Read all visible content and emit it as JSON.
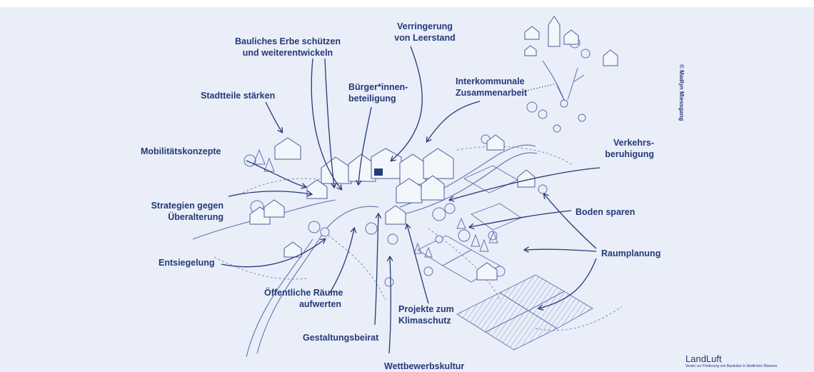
{
  "labels": {
    "bauliches": [
      "Bauliches Erbe schützen",
      "und weiterentwickeln"
    ],
    "leerstand": [
      "Verringerung",
      "von Leerstand"
    ],
    "buerger": [
      "Bürger*innen-",
      "beteiligung"
    ],
    "interkommunal": [
      "Interkommunale",
      "Zusammenarbeit"
    ],
    "stadtteile": [
      "Stadtteile stärken"
    ],
    "mobilitaet": [
      "Mobilitätskonzepte"
    ],
    "verkehr": [
      "Verkehrs-",
      "beruhigung"
    ],
    "strategien": [
      "Strategien gegen",
      "Überalterung"
    ],
    "boden": [
      "Boden sparen"
    ],
    "entsiegelung": [
      "Entsiegelung"
    ],
    "raumplanung": [
      "Raumplanung"
    ],
    "oeffentlich": [
      "Öffentliche Räume",
      "aufwerten"
    ],
    "klimaschutz": [
      "Projekte zum",
      "Klimaschutz"
    ],
    "gestaltung": [
      "Gestaltungsbeirat"
    ],
    "wettbewerb": [
      "Wettbewerbskultur"
    ]
  },
  "credit": "© Madlyn Miessgang",
  "logo": {
    "name": "LandLuft",
    "tagline": "Verein zur Förderung von Baukultur in ländlichen Räumen"
  },
  "colors": {
    "ink": "#243a78",
    "background": "#e9eef8",
    "page": "#ffffff"
  }
}
